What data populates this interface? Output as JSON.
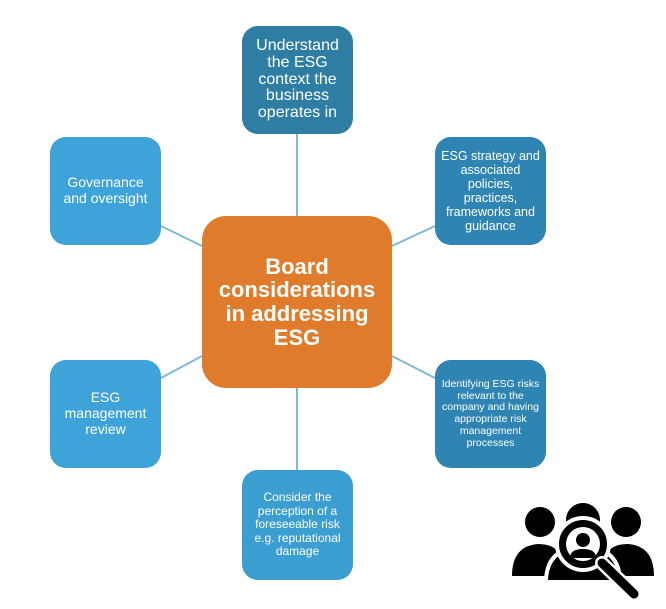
{
  "diagram": {
    "center": {
      "label": "Board considerations in addressing ESG",
      "color": "#e07b2b"
    },
    "nodes": [
      {
        "id": "top",
        "label": "Understand the ESG context the business operates in",
        "color": "#2e7ea3"
      },
      {
        "id": "top-right",
        "label": "ESG strategy and associated policies, practices, frameworks and guidance",
        "color": "#2e84b2"
      },
      {
        "id": "bottom-right",
        "label": "Identifying ESG risks relevant to the company and having appropriate risk management processes",
        "color": "#2e84b2"
      },
      {
        "id": "bottom",
        "label": "Consider the perception of a foreseeable risk e.g. reputational damage",
        "color": "#3b9ed1"
      },
      {
        "id": "bottom-left",
        "label": "ESG management review",
        "color": "#3ea3d9"
      },
      {
        "id": "top-left",
        "label": "Governance and oversight",
        "color": "#3ea3d9"
      }
    ],
    "connector_color": "#7fb9d6"
  },
  "icons": {
    "corner": "people-search-icon"
  }
}
